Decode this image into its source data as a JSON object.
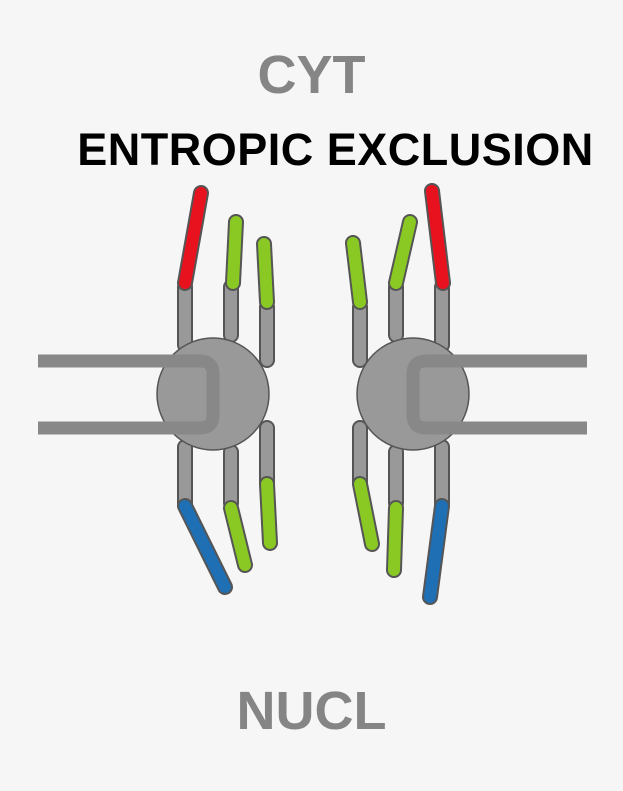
{
  "labels": {
    "top": "CYT",
    "title": "ENTROPIC EXCLUSION",
    "bottom": "NUCL"
  },
  "colors": {
    "background": "#f6f6f6",
    "pore_gray": "#999999",
    "channel_gray": "#888888",
    "outline": "#555555",
    "fg_repeat_red": "#e8121e",
    "fg_repeat_green": "#8ac923",
    "fg_repeat_blue": "#1f6fb5",
    "title_text": "#000000",
    "compartment_text": "#858585"
  }
}
